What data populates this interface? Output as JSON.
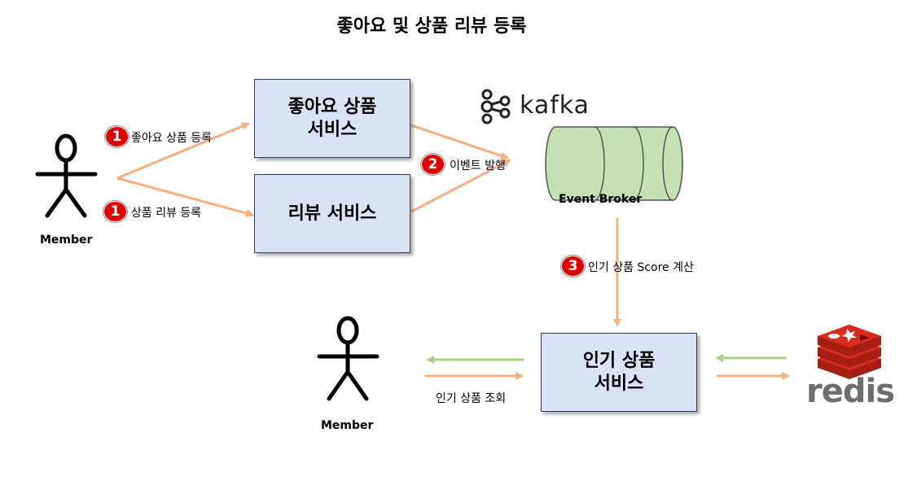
{
  "title": "좋아요 및 상품 리뷰 등록",
  "boxes": {
    "like_service": "좋아요 상품\n서비스",
    "review_service": "리뷰 서비스",
    "popular_service": "인기 상품\n서비스"
  },
  "actors": {
    "member_top": "Member",
    "member_bottom": "Member"
  },
  "steps": [
    {
      "number": "1",
      "label": "좋아요 상품 등록"
    },
    {
      "number": "1",
      "label": "상품 리뷰 등록"
    },
    {
      "number": "2",
      "label": "이벤트 발행"
    },
    {
      "number": "3",
      "label": "인기 상품 Score 계산"
    }
  ],
  "broker": {
    "logo_text": "kafka",
    "label": "Event Broker"
  },
  "query_label": "인기 상품 조회",
  "redis_logo_text": "redis",
  "colors": {
    "box_fill": "#dae3f3",
    "box_border": "#2f3e66",
    "arrow_orange": "#f4b183",
    "arrow_green": "#a9d18e",
    "badge_red": "#e00000",
    "cylinder_fill": "#c5e0b4",
    "redis_red": "#d82c20"
  }
}
